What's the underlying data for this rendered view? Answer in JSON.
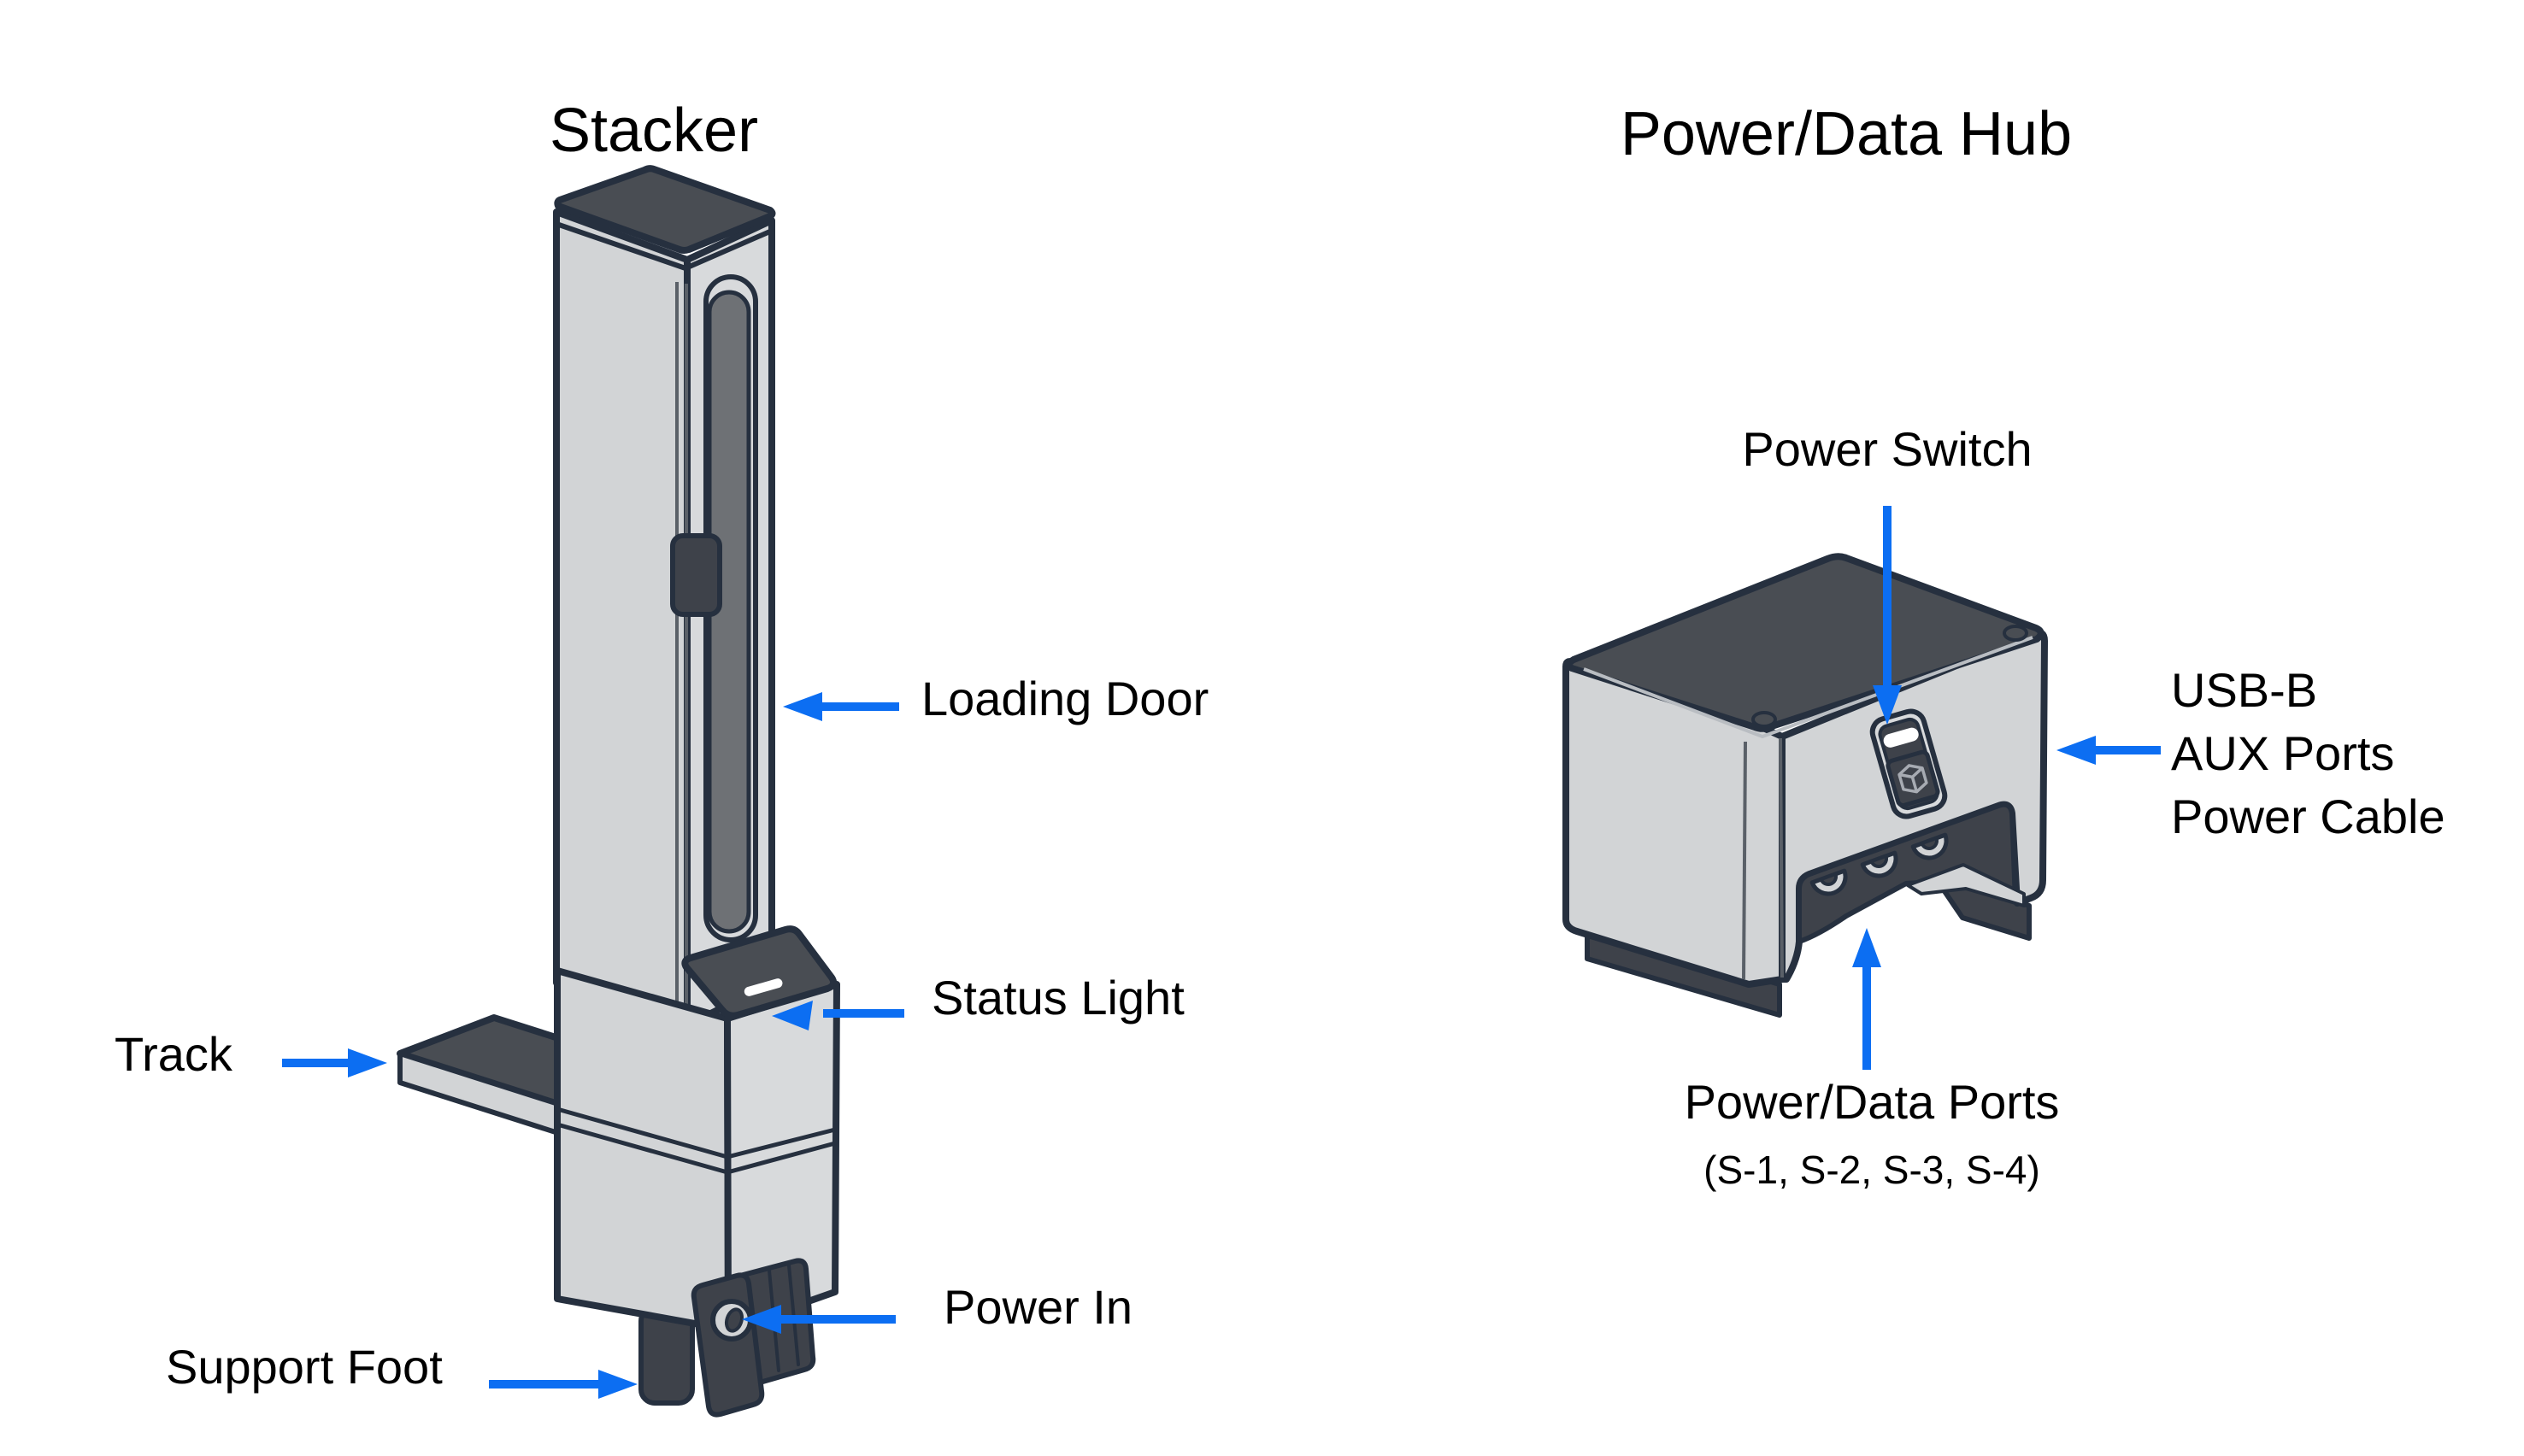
{
  "diagram": {
    "stacker": {
      "title": "Stacker",
      "labels": {
        "loading_door": "Loading Door",
        "status_light": "Status Light",
        "track": "Track",
        "support_foot": "Support Foot",
        "power_in": "Power In"
      }
    },
    "hub": {
      "title": "Power/Data Hub",
      "labels": {
        "power_switch": "Power Switch",
        "side": [
          "USB-B",
          "AUX Ports",
          "Power Cable"
        ],
        "ports_title": "Power/Data Ports",
        "ports_sub": "(S-1, S-2, S-3, S-4)"
      }
    },
    "colors": {
      "arrow": "#0c6ef2",
      "outline": "#26303f",
      "face_light": "#d2d4d6",
      "face_lighter": "#d8dadc",
      "dark": "#494d53",
      "darker": "#3e424a",
      "slot": "#6e7175",
      "edge_thin": "#5a6068",
      "lip": "#b9bdc2",
      "cube": "#a7abb2",
      "led": "#ffffff",
      "ink": "#000000"
    }
  }
}
